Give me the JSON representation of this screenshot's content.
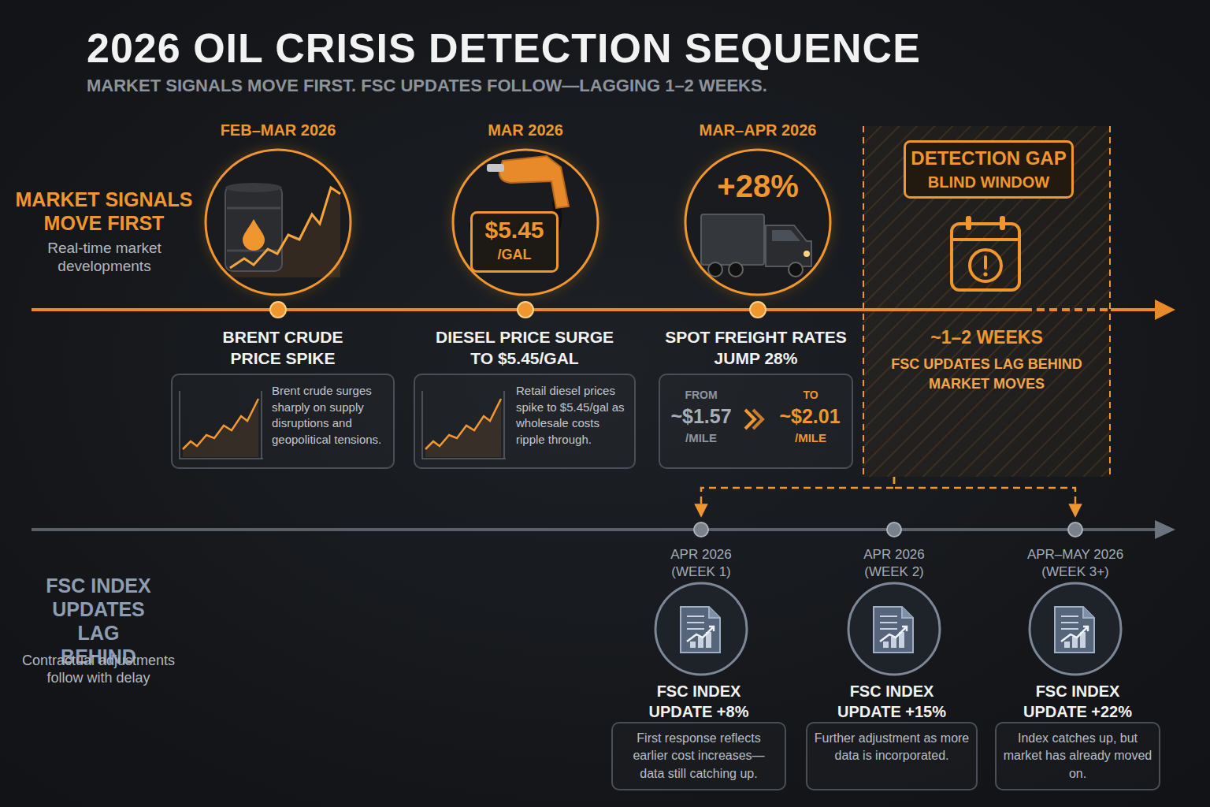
{
  "diagram": {
    "title": "2026 OIL CRISIS DETECTION SEQUENCE",
    "nodes": [
      {
        "text": [
          "FEB–MAR 2026"
        ]
      },
      {
        "text": [
          "MAR 2026"
        ]
      },
      {
        "text": [
          "$5.45",
          "/GAL"
        ],
        "in": 1
      },
      {
        "text": [
          "MAR–APR 2026",
          "+28%"
        ]
      },
      {
        "text": [
          "BRENT CRUDE PRICE SPIKE",
          "Brent crude surges sharply on supply disruptions and geopolitical tensions."
        ]
      },
      {
        "text": [
          "DIESEL PRICE SURGE TO $5.45/GAL",
          "Retail diesel prices spike to $5.45/gal as wholesale costs ripple through."
        ]
      },
      {
        "text": [
          "SPOT FREIGHT RATES JUMP 28%",
          "FROM",
          "~$1.57",
          "/MILE",
          "TO",
          "~$2.01",
          "/MILE"
        ]
      },
      {
        "text": [
          "~1–2 WEEKS",
          "FSC UPDATES LAG BEHIND MARKET MOVES"
        ]
      },
      {
        "text": [
          "DETECTION GAP",
          "BLIND WINDOW"
        ],
        "in": 7
      },
      {
        "text": [
          "APR 2026 (WEEK 1)"
        ]
      },
      {
        "text": [
          "APR 2026 (WEEK 2)"
        ]
      },
      {
        "text": [
          "APR–MAY 2026 (WEEK 3+)"
        ]
      },
      {
        "text": [
          "FSC INDEX UPDATE +8%",
          "First response reflects earlier cost increases— data still catching up."
        ]
      },
      {
        "text": [
          "FSC INDEX UPDATE +15%",
          "Further adjustment as more data is incorporated."
        ]
      },
      {
        "text": [
          "FSC INDEX UPDATE +22%",
          "Index catches up, but market has already moved on."
        ]
      }
    ],
    "edges": [
      {
        "from": 7,
        "to": 9,
        "arrow": "to"
      },
      {
        "from": 7,
        "to": 11,
        "arrow": "to"
      }
    ],
    "labels": [
      "MARKET SIGNALS MOVE FIRST. FSC UPDATES FOLLOW—LAGGING 1–2 WEEKS.",
      "MARKET SIGNALS MOVE FIRST",
      "Real-time market developments",
      "FSC INDEX UPDATES LAG BEHIND",
      "Contractual adjustments follow with delay"
    ]
  }
}
